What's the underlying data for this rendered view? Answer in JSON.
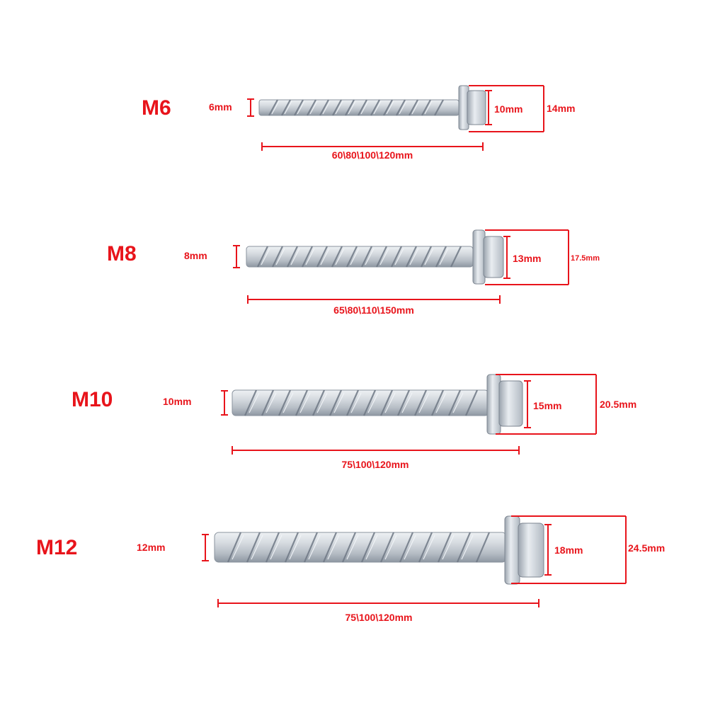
{
  "colors": {
    "accent": "#e8141b",
    "metal_light": "#eef1f4",
    "metal_mid": "#c3c9d0",
    "metal_dark": "#7d8691",
    "background": "#ffffff"
  },
  "screws": [
    {
      "size_label": "M6",
      "shank_diameter": "6mm",
      "head_inner": "10mm",
      "head_outer": "14mm",
      "lengths": "60\\80\\100\\120mm"
    },
    {
      "size_label": "M8",
      "shank_diameter": "8mm",
      "head_inner": "13mm",
      "head_outer": "17.5mm",
      "lengths": "65\\80\\110\\150mm"
    },
    {
      "size_label": "M10",
      "shank_diameter": "10mm",
      "head_inner": "15mm",
      "head_outer": "20.5mm",
      "lengths": "75\\100\\120mm"
    },
    {
      "size_label": "M12",
      "shank_diameter": "12mm",
      "head_inner": "18mm",
      "head_outer": "24.5mm",
      "lengths": "75\\100\\120mm"
    }
  ]
}
